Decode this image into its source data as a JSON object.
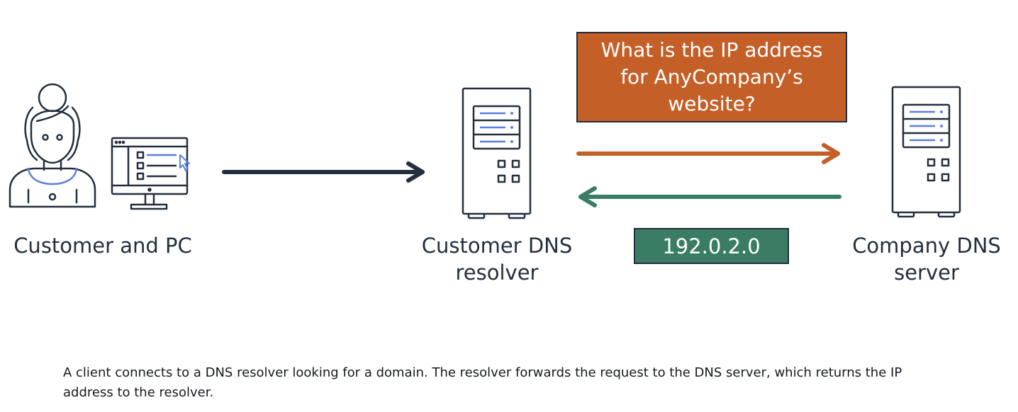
{
  "colors": {
    "ink": "#232f3e",
    "request": "#c45f27",
    "response": "#3a7d64",
    "accent": "#5b7fe0"
  },
  "diagram": {
    "nodes": {
      "customer": {
        "label": "Customer and PC",
        "icons": [
          "person-icon",
          "computer-monitor-icon"
        ]
      },
      "resolver": {
        "label_lines": [
          "Customer DNS",
          "resolver"
        ],
        "icon": "server-icon"
      },
      "dns_server": {
        "label_lines": [
          "Company DNS",
          "server"
        ],
        "icon": "server-icon"
      }
    },
    "query": {
      "lines": [
        "What is the IP address",
        "for AnyCompany’s",
        "website?"
      ]
    },
    "answer": {
      "text": "192.0.2.0"
    },
    "arrows": [
      {
        "from": "customer",
        "to": "resolver",
        "color": "ink"
      },
      {
        "from": "resolver",
        "to": "dns_server",
        "color": "request"
      },
      {
        "from": "dns_server",
        "to": "resolver",
        "color": "response"
      }
    ]
  },
  "caption": "A client connects to a DNS resolver looking for a domain. The resolver forwards the request to the DNS server, which returns the IP address to the resolver."
}
